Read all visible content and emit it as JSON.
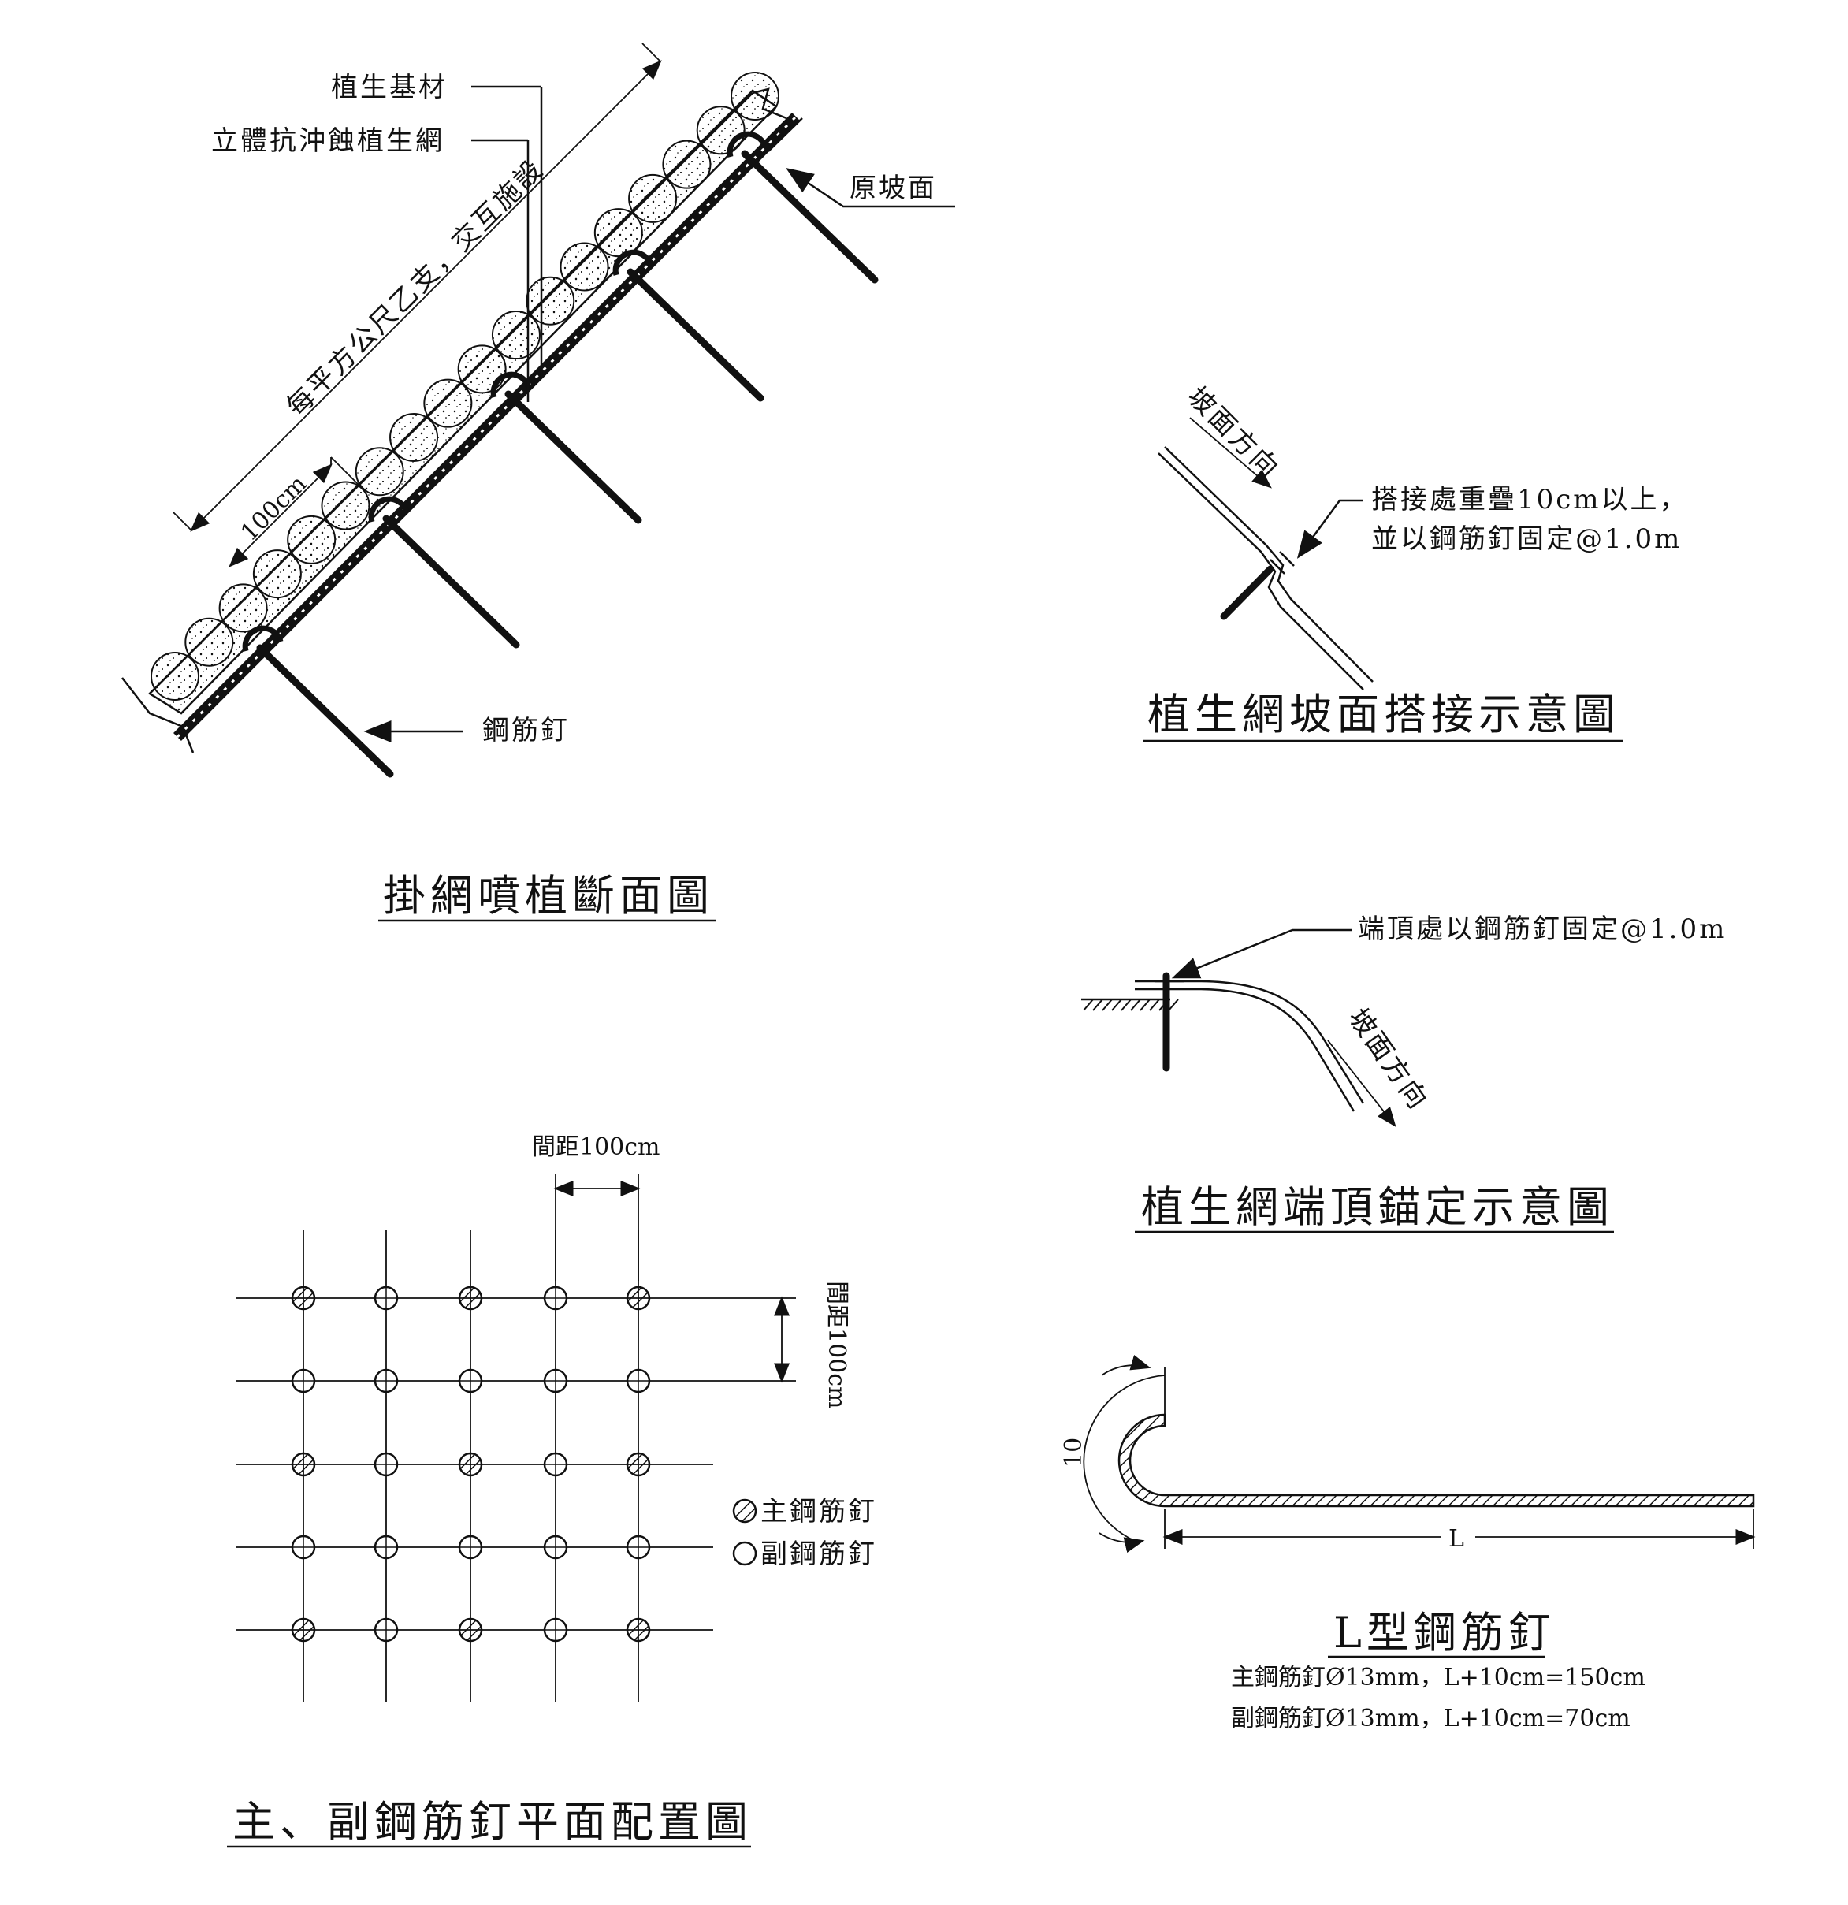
{
  "section": {
    "labels": {
      "substrate": "植生基材",
      "net": "立體抗沖蝕植生網",
      "orig_slope": "原坡面",
      "per_sqm": "每平方公尺乙支，交互施設",
      "dim_100": "100cm",
      "rebar_nail": "鋼筋釘"
    },
    "title": "掛網噴植斷面圖"
  },
  "lap": {
    "direction": "坡面方向",
    "note_line1": "搭接處重疊10cm以上，",
    "note_line2": "並以鋼筋釘固定@1.0m",
    "title": "植生網坡面搭接示意圖"
  },
  "anchor": {
    "note": "端頂處以鋼筋釘固定@1.0m",
    "direction": "坡面方向",
    "title": "植生網端頂錨定示意圖"
  },
  "plan": {
    "spacing_h": "間距100cm",
    "spacing_v": "間距100cm",
    "legend_main": "主鋼筋釘",
    "legend_sub": "副鋼筋釘",
    "title": "主、副鋼筋釘平面配置圖"
  },
  "lbar": {
    "dim_hook": "10",
    "dim_len": "L",
    "title": "L型鋼筋釘",
    "spec_main": "主鋼筋釘Ø13mm，L+10cm=150cm",
    "spec_sub": "副鋼筋釘Ø13mm，L+10cm=70cm"
  }
}
